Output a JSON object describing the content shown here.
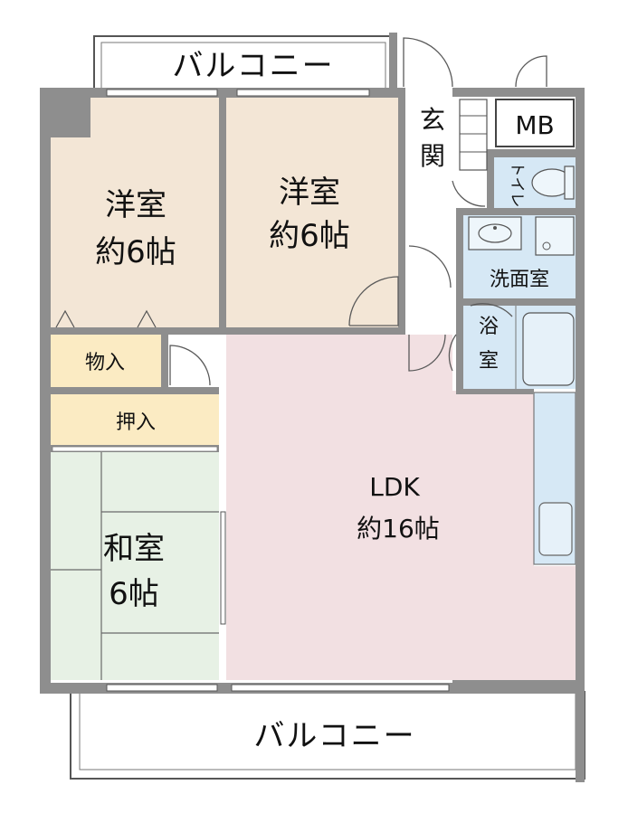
{
  "balcony_top": "バルコニー",
  "balcony_bottom": "バルコニー",
  "rooms": {
    "western_left": {
      "name": "洋室",
      "size": "約6帖"
    },
    "western_right": {
      "name": "洋室",
      "size": "約6帖"
    },
    "storage_small": "物入",
    "closet": "押入",
    "japanese": {
      "name": "和室",
      "size": "6帖"
    },
    "ldk": {
      "name": "LDK",
      "size": "約16帖"
    },
    "entrance_1": "玄",
    "entrance_2": "関",
    "mb": "MB",
    "toilet": "トイレ",
    "washroom": "洗面室",
    "bath_1": "浴",
    "bath_2": "室"
  },
  "colors": {
    "western": "#f3e6d6",
    "storage": "#fbebc3",
    "japanese": "#e7f1e5",
    "ldk": "#f2e0e2",
    "wet_area": "#d6e8f5",
    "wall": "#8e8e8e"
  }
}
